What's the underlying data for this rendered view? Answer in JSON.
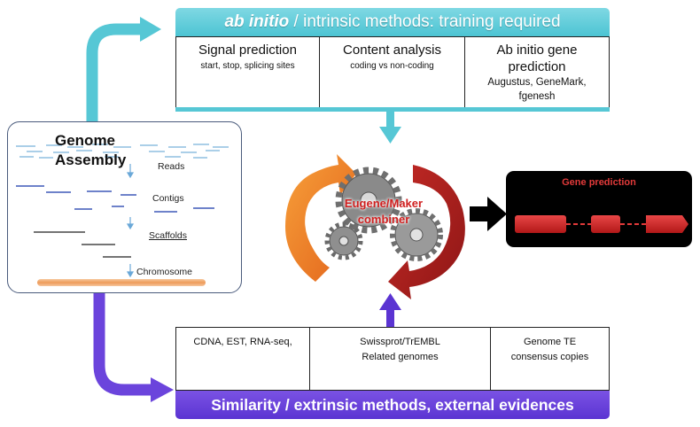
{
  "top_panel": {
    "title_italic": "ab initio",
    "title_rest": " / intrinsic methods: training required",
    "cells": [
      {
        "heading": "Signal prediction",
        "detail": "start, stop, splicing sites"
      },
      {
        "heading": "Content analysis",
        "detail": "coding vs non-coding"
      },
      {
        "heading": "Ab initio gene prediction",
        "detail": "Augustus, GeneMark, fgenesh"
      }
    ]
  },
  "genome_assembly": {
    "title_line1": "Genome",
    "title_line2": "Assembly",
    "steps": [
      "Reads",
      "Contigs",
      "Scaffolds",
      "Chromosome"
    ]
  },
  "combiner": {
    "line1": "Eugene/Maker",
    "line2": "combiner"
  },
  "gene_prediction": {
    "title": "Gene prediction"
  },
  "bottom_panel": {
    "cells": [
      {
        "line1": "CDNA, EST,  RNA-seq,",
        "line2": ""
      },
      {
        "line1": "Swissprot/TrEMBL",
        "line2": "Related genomes"
      },
      {
        "line1": "Genome TE",
        "line2": "consensus copies"
      }
    ],
    "title": "Similarity / extrinsic methods, external evidences"
  },
  "colors": {
    "cyan": "#4cc4d3",
    "purple": "#5b34d2",
    "orange": "#f07f2a",
    "dark_red": "#b3201f",
    "gene_red": "#d42a2a"
  }
}
